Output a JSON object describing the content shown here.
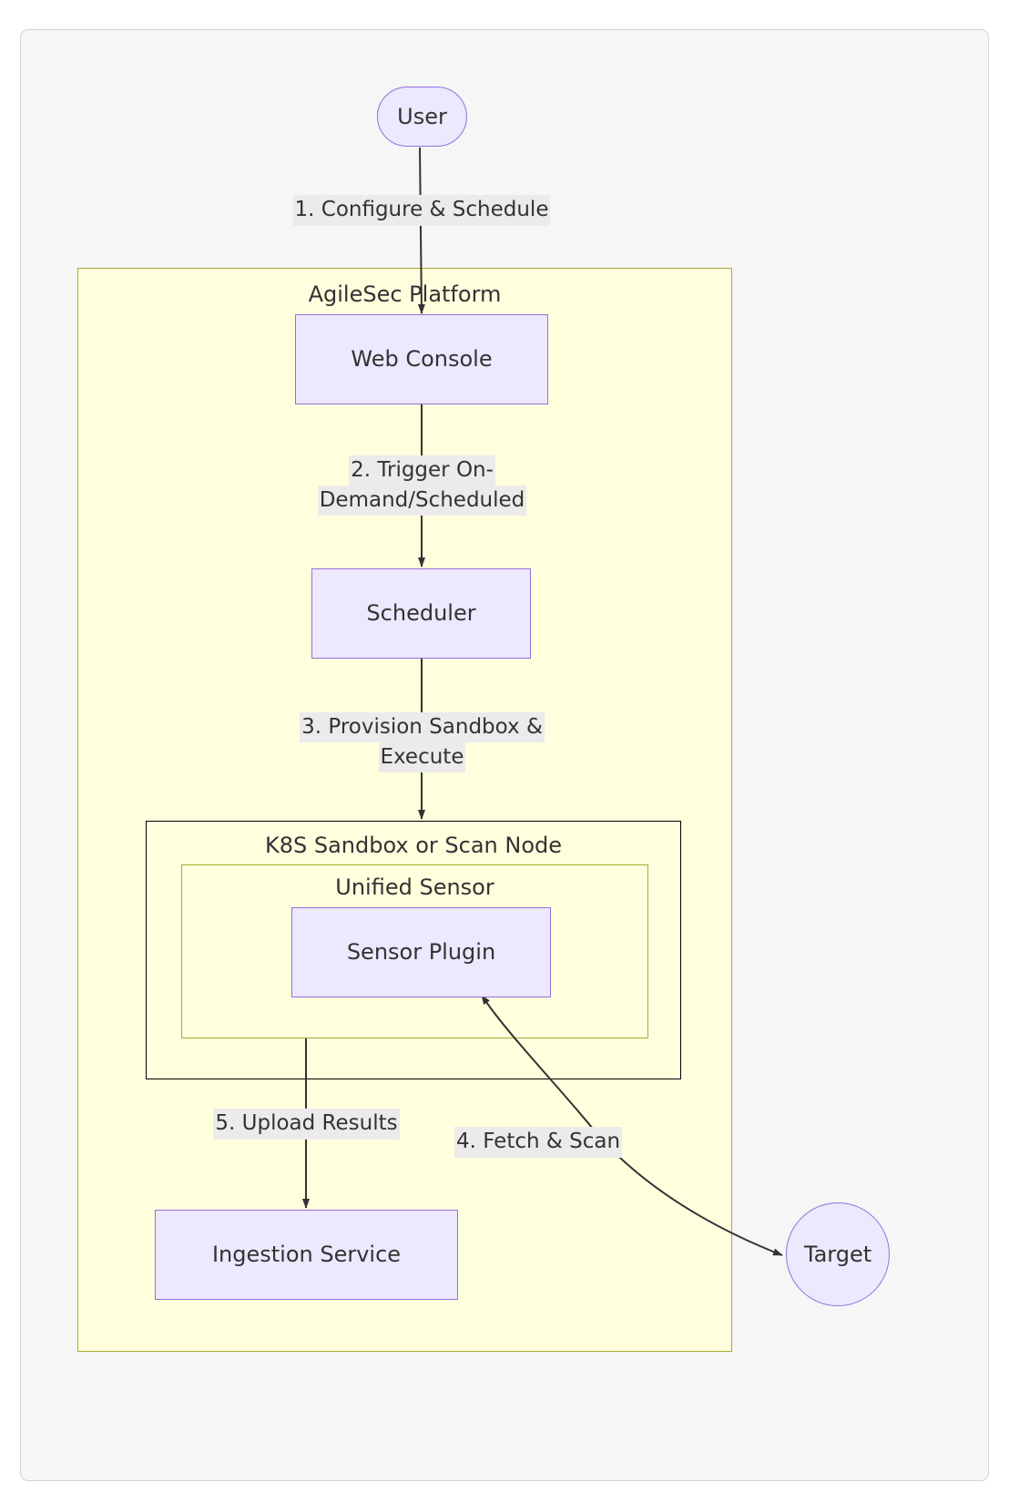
{
  "diagram": {
    "type": "flowchart",
    "direction": "top-down",
    "title": "AgileSec scanning pipeline flowchart",
    "clusters": [
      {
        "id": "agilesec",
        "label": "AgileSec Platform",
        "border_color": "#aaaa33",
        "fill": "#ffffde"
      },
      {
        "id": "k8s",
        "label": "K8S Sandbox or Scan Node",
        "border_color": "#000000",
        "fill": "#ffffde"
      },
      {
        "id": "unified",
        "label": "Unified Sensor",
        "border_color": "#aaaa33",
        "fill": "#ffffde"
      }
    ],
    "nodes": [
      {
        "id": "user",
        "label": "User",
        "shape": "stadium",
        "fill": "#ECE8FD",
        "stroke": "#9370DB"
      },
      {
        "id": "webconsole",
        "label": "Web Console",
        "shape": "rect",
        "fill": "#ECE8FD",
        "stroke": "#9370DB"
      },
      {
        "id": "scheduler",
        "label": "Scheduler",
        "shape": "rect",
        "fill": "#ECE8FD",
        "stroke": "#9370DB"
      },
      {
        "id": "sensorplugin",
        "label": "Sensor Plugin",
        "shape": "rect",
        "fill": "#ECE8FD",
        "stroke": "#9370DB"
      },
      {
        "id": "ingestion",
        "label": "Ingestion Service",
        "shape": "rect",
        "fill": "#ECE8FD",
        "stroke": "#9370DB"
      },
      {
        "id": "target",
        "label": "Target",
        "shape": "circle",
        "fill": "#ECE8FD",
        "stroke": "#9370DB"
      }
    ],
    "edges": [
      {
        "from": "user",
        "to": "webconsole",
        "label": "1. Configure & Schedule",
        "label_lines": [
          "1. Configure & Schedule"
        ]
      },
      {
        "from": "webconsole",
        "to": "scheduler",
        "label": "2. Trigger On-Demand/Scheduled",
        "label_lines": [
          "2. Trigger On-",
          "Demand/Scheduled"
        ]
      },
      {
        "from": "scheduler",
        "to": "k8s",
        "label": "3. Provision Sandbox & Execute",
        "label_lines": [
          "3. Provision Sandbox &",
          "Execute"
        ]
      },
      {
        "from": "sensorplugin",
        "to": "target",
        "label": "4. Fetch & Scan",
        "label_lines": [
          "4. Fetch & Scan"
        ],
        "bidirectional": true
      },
      {
        "from": "k8s",
        "to": "ingestion",
        "label": "5. Upload Results",
        "label_lines": [
          "5. Upload Results"
        ]
      }
    ],
    "colors": {
      "canvas_background": "#f6f6f6",
      "canvas_border": "#d3d3d3",
      "cluster_fill": "#ffffde",
      "node_fill": "#ECE8FD",
      "node_stroke": "#9370DB",
      "edge_stroke": "#333333",
      "edge_label_background": "#ebebeb",
      "text": "#333333"
    }
  }
}
